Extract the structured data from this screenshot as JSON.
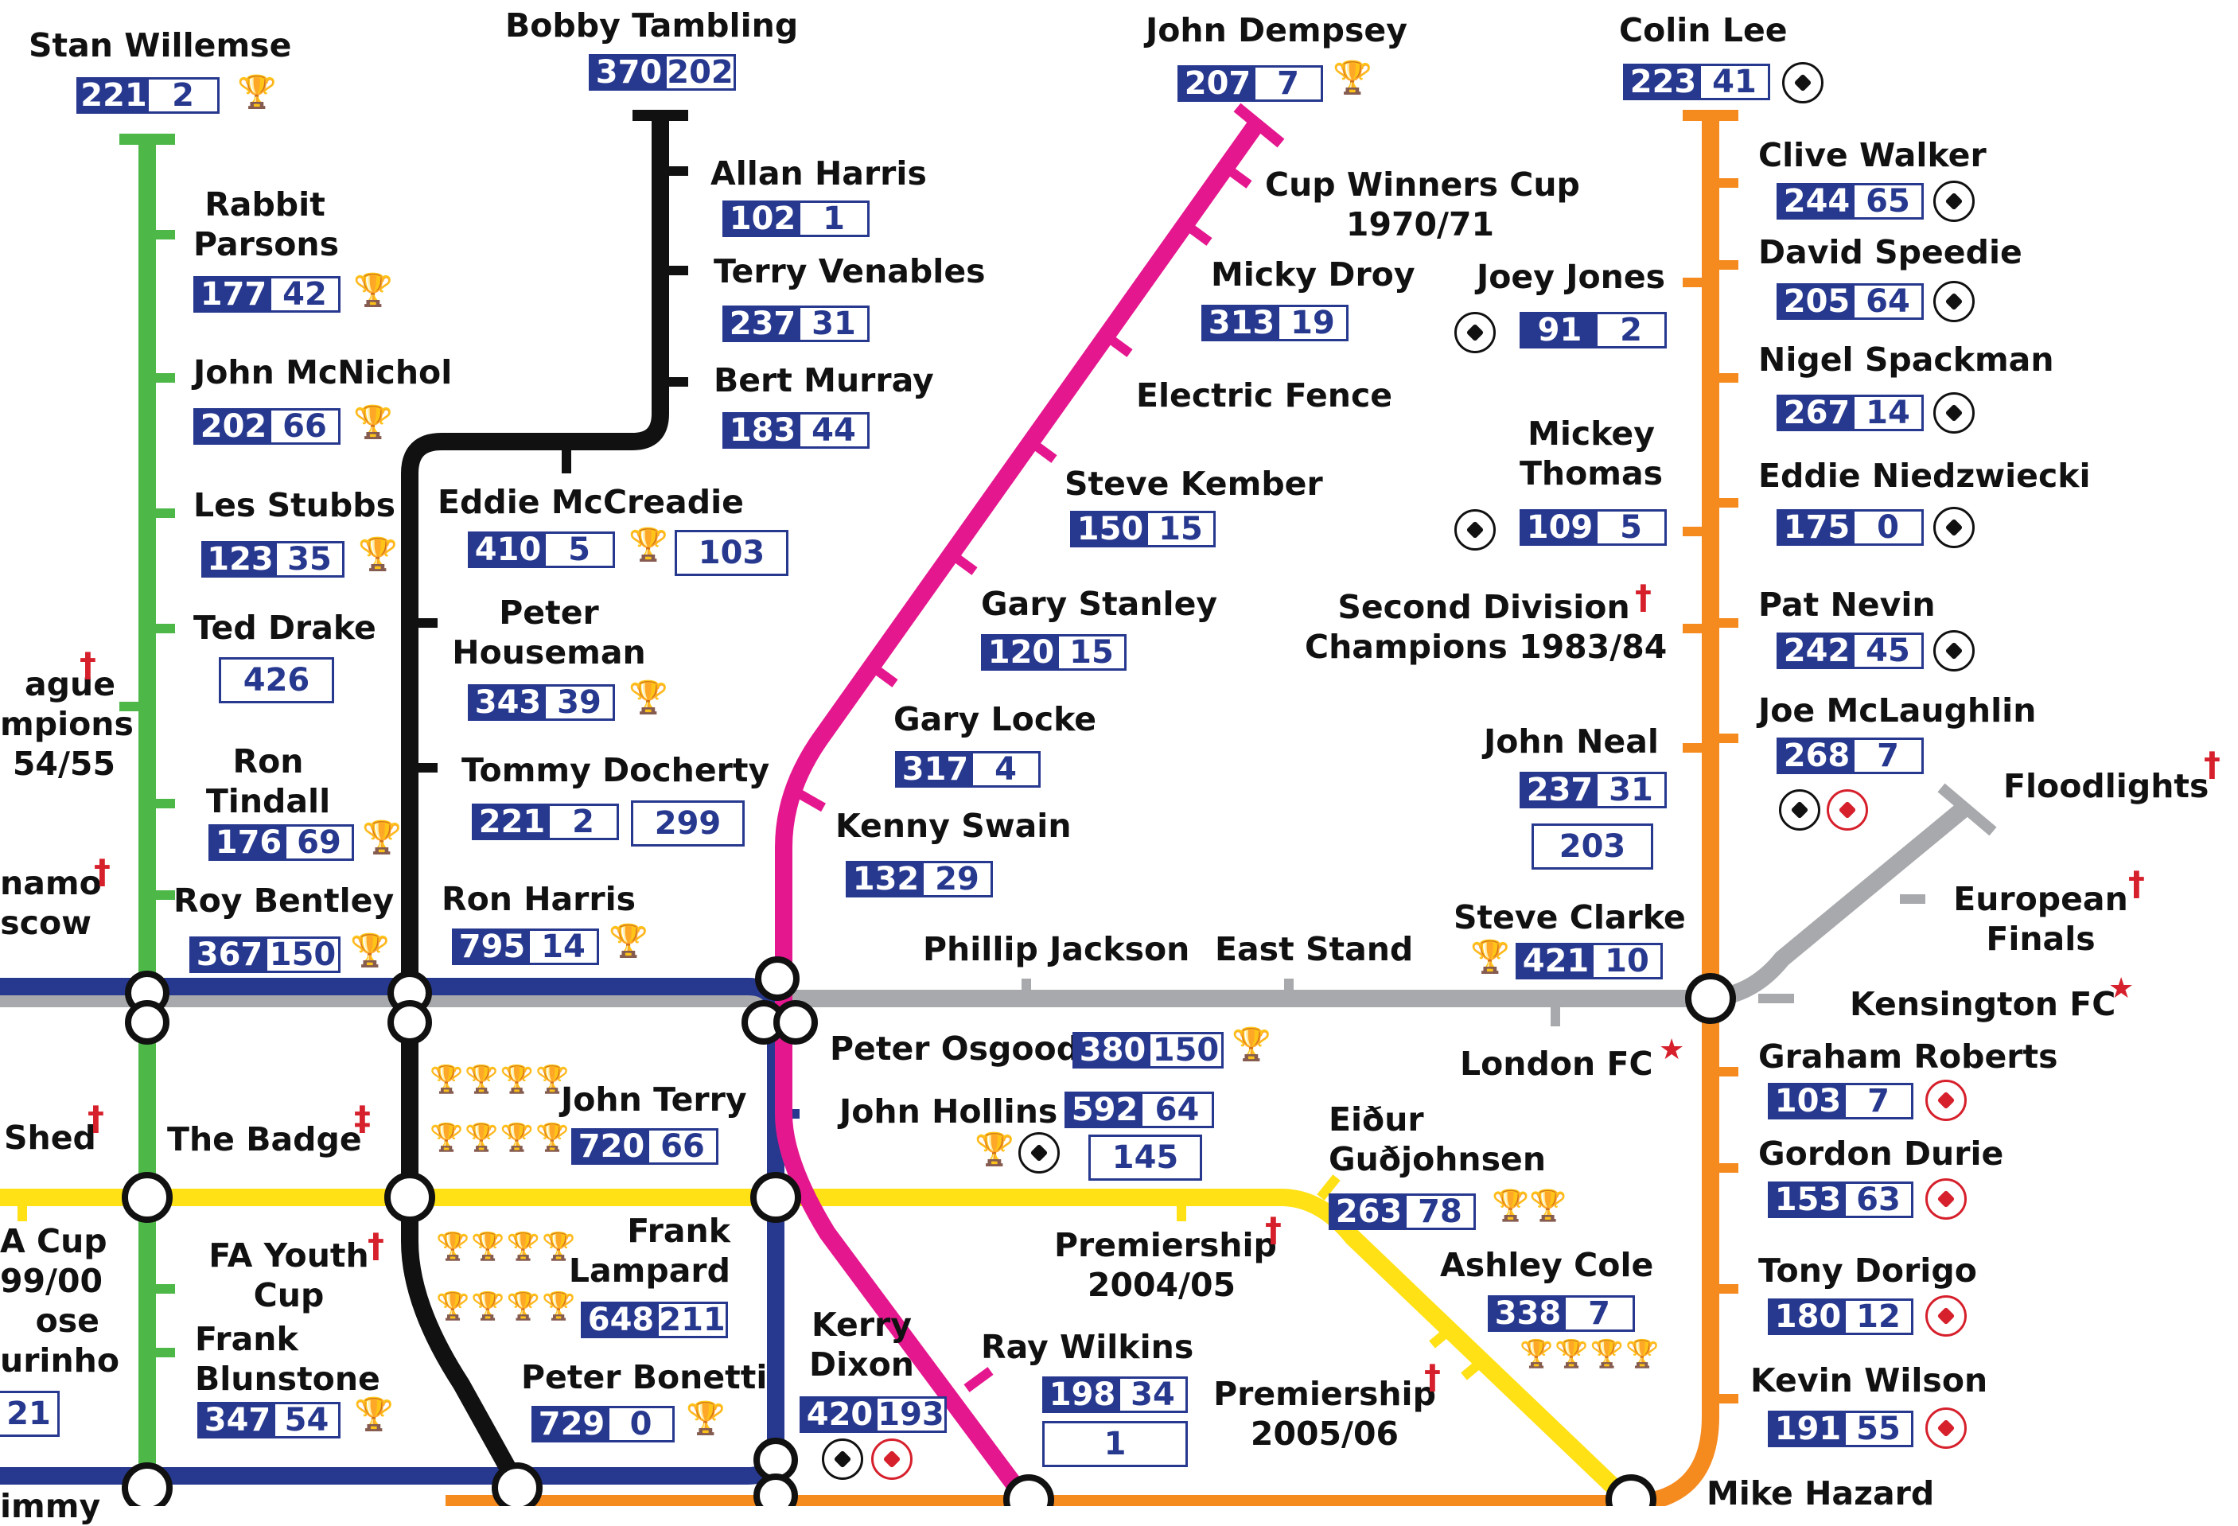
{
  "colors": {
    "green_line": "#4db848",
    "black_line": "#111111",
    "magenta_line": "#e5178e",
    "orange_line": "#f58a1f",
    "grey_line": "#a7a9ac",
    "navy_line": "#27388f",
    "yellow_line": "#ffe116",
    "box_navy": "#27388f",
    "marker_red": "#d6202c",
    "cup_green": "#3aa976"
  },
  "lines": {
    "green": {
      "terminus": {
        "name": "Stan Willemse",
        "apps": "221",
        "goals": "2"
      },
      "stations": [
        {
          "name": "Rabbit\nParsons",
          "apps": "177",
          "goals": "42"
        },
        {
          "name": "John McNichol",
          "apps": "202",
          "goals": "66"
        },
        {
          "name": "Les Stubbs",
          "apps": "123",
          "goals": "35"
        },
        {
          "name": "Ted Drake",
          "single": "426"
        },
        {
          "name": "Ron\nTindall",
          "apps": "176",
          "goals": "69"
        },
        {
          "name": "Roy Bentley",
          "apps": "367",
          "goals": "150"
        },
        {
          "name": "FA Youth\nCup"
        },
        {
          "name": "Frank\nBlunstone",
          "apps": "347",
          "goals": "54"
        }
      ]
    },
    "black": {
      "terminus": {
        "name": "Bobby Tambling",
        "apps": "370",
        "goals": "202"
      },
      "stations": [
        {
          "name": "Allan Harris",
          "apps": "102",
          "goals": "1"
        },
        {
          "name": "Terry Venables",
          "apps": "237",
          "goals": "31"
        },
        {
          "name": "Bert Murray",
          "apps": "183",
          "goals": "44"
        },
        {
          "name": "Eddie McCreadie",
          "apps": "410",
          "goals": "5",
          "extra": "103"
        },
        {
          "name": "Peter\nHouseman",
          "apps": "343",
          "goals": "39"
        },
        {
          "name": "Tommy Docherty",
          "apps": "221",
          "goals": "2",
          "extra": "299"
        },
        {
          "name": "Ron Harris",
          "apps": "795",
          "goals": "14"
        },
        {
          "name": "John Terry",
          "apps": "720",
          "goals": "66"
        },
        {
          "name": "Frank\nLampard",
          "apps": "648",
          "goals": "211"
        },
        {
          "name": "Peter Bonetti",
          "apps": "729",
          "goals": "0"
        }
      ]
    },
    "magenta": {
      "terminus": {
        "name": "John Dempsey",
        "apps": "207",
        "goals": "7"
      },
      "stations": [
        {
          "name": "Cup Winners Cup\n1970/71"
        },
        {
          "name": "Micky Droy",
          "apps": "313",
          "goals": "19"
        },
        {
          "name": "Electric Fence"
        },
        {
          "name": "Steve Kember",
          "apps": "150",
          "goals": "15"
        },
        {
          "name": "Gary Stanley",
          "apps": "120",
          "goals": "15"
        },
        {
          "name": "Gary Locke",
          "apps": "317",
          "goals": "4"
        },
        {
          "name": "Kenny Swain",
          "apps": "132",
          "goals": "29"
        },
        {
          "name": "Peter Osgood",
          "apps": "380",
          "goals": "150"
        },
        {
          "name": "John Hollins",
          "apps": "592",
          "goals": "64",
          "extra": "145"
        },
        {
          "name": "Kerry\nDixon",
          "apps": "420",
          "goals": "193"
        },
        {
          "name": "Ray Wilkins",
          "apps": "198",
          "goals": "34",
          "extra": "1"
        }
      ]
    },
    "orange": {
      "terminus": {
        "name": "Colin Lee",
        "apps": "223",
        "goals": "41"
      },
      "stations": [
        {
          "name": "Clive Walker",
          "apps": "244",
          "goals": "65"
        },
        {
          "name": "David Speedie",
          "apps": "205",
          "goals": "64"
        },
        {
          "name": "Nigel Spackman",
          "apps": "267",
          "goals": "14"
        },
        {
          "name": "Eddie Niedzwiecki",
          "apps": "175",
          "goals": "0"
        },
        {
          "name": "Pat Nevin",
          "apps": "242",
          "goals": "45"
        },
        {
          "name": "Joe McLaughlin",
          "apps": "268",
          "goals": "7"
        },
        {
          "name": "Graham Roberts",
          "apps": "103",
          "goals": "7"
        },
        {
          "name": "Gordon Durie",
          "apps": "153",
          "goals": "63"
        },
        {
          "name": "Tony Dorigo",
          "apps": "180",
          "goals": "12"
        },
        {
          "name": "Kevin Wilson",
          "apps": "191",
          "goals": "55"
        },
        {
          "name": "Mike Hazard"
        },
        {
          "name": "Joey Jones",
          "apps": "91",
          "goals": "2"
        },
        {
          "name": "Mickey\nThomas",
          "apps": "109",
          "goals": "5"
        },
        {
          "name": "Second Division\nChampions 1983/84"
        },
        {
          "name": "John Neal",
          "apps": "237",
          "goals": "31",
          "extra": "203"
        }
      ]
    },
    "grey": {
      "stations": [
        {
          "name": "Phillip Jackson"
        },
        {
          "name": "East Stand"
        },
        {
          "name": "Steve Clarke",
          "apps": "421",
          "goals": "10"
        },
        {
          "name": "London FC"
        },
        {
          "name": "Kensington FC"
        },
        {
          "name": "European\nFinals"
        },
        {
          "name": "Floodlights"
        }
      ]
    },
    "yellow": {
      "stations": [
        {
          "name": "Shed"
        },
        {
          "name": "The Badge"
        },
        {
          "name": "Premiership\n2004/05"
        },
        {
          "name": "Eiður\nGuðjohnsen",
          "apps": "263",
          "goals": "78"
        },
        {
          "name": "Ashley Cole",
          "apps": "338",
          "goals": "7"
        },
        {
          "name": "Premiership\n2005/06"
        }
      ]
    }
  },
  "edge_labels": {
    "league": "ague\nmpions\n54/55",
    "dynamo": "namo\nscow",
    "facup": "A Cup\n99/00\nose\nurinho",
    "facup_num": "21",
    "jimmy": "immy"
  },
  "markers": {
    "dagger": "†",
    "double_dagger": "‡",
    "star": "★"
  }
}
